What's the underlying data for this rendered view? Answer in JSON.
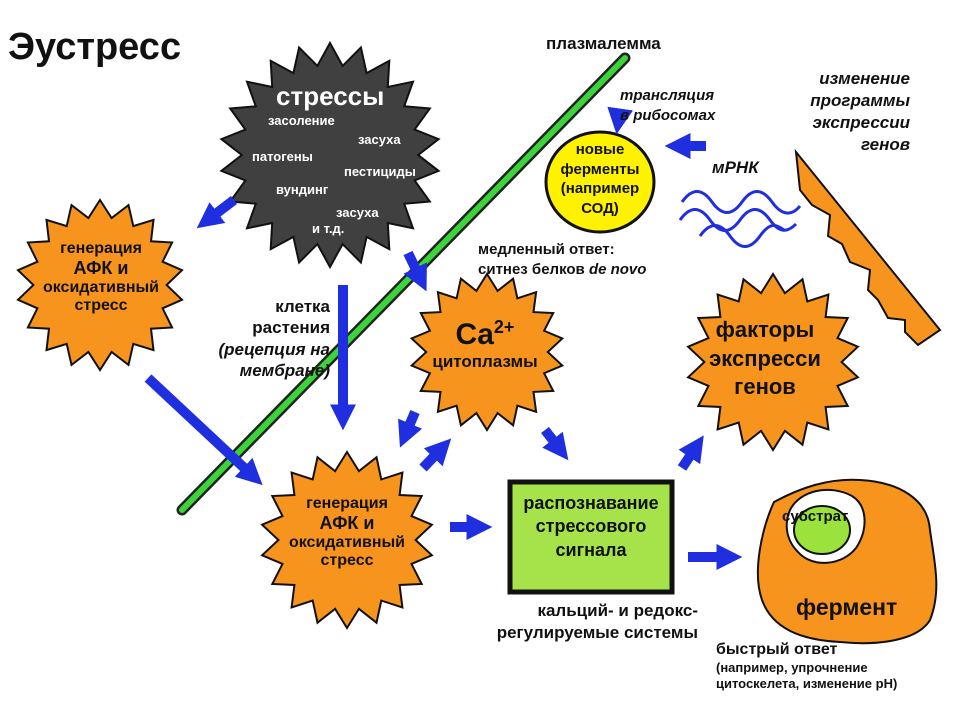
{
  "title": "Эустресс",
  "plasmalemma": "плазмалемма",
  "stresses": {
    "title": "стрессы",
    "items": [
      "засоление",
      "засуха",
      "патогены",
      "пестициды",
      "вундинг",
      "засуха",
      "и т.д."
    ]
  },
  "ros_top": [
    "генерация",
    "АФК и",
    "оксидативный",
    "стресс"
  ],
  "ros_bottom": [
    "генерация",
    "АФК и",
    "оксидативный",
    "стресс"
  ],
  "cell_label": [
    "клетка",
    "растения",
    "(рецепция на",
    "мембране)"
  ],
  "calcium": {
    "symbol": "Ca",
    "charge": "2+",
    "sub": "цитоплазмы"
  },
  "recognition": [
    "распознавание",
    "стрессового",
    "сигнала"
  ],
  "regulated_systems": [
    "кальций- и редокс-",
    "регулируемые системы"
  ],
  "factors": [
    "факторы",
    "экспресси",
    "генов"
  ],
  "program_change": [
    "изменение",
    "программы",
    "экспрессии",
    "генов"
  ],
  "mrna": "мРНК",
  "translation": [
    "трансляция",
    "в рибосомах"
  ],
  "new_enzymes": [
    "новые",
    "ферменты",
    "(например",
    "СОД)"
  ],
  "slow_response": {
    "line1": "медленный ответ:",
    "line2_prefix": "ситнез белков ",
    "line2_italic": "de novo"
  },
  "substrate": "субстрат",
  "enzyme": "фермент",
  "fast_response": [
    "быстрый ответ",
    "(например, упрочнение",
    "цитоскелета, изменение pH)"
  ],
  "colors": {
    "orange": "#f7941d",
    "dark": "#404040",
    "blue": "#1f2fe0",
    "membrane": "#3bd43b",
    "yellow": "#fff200",
    "green_box": "#a6e34a",
    "substrate": "#9be33c"
  }
}
